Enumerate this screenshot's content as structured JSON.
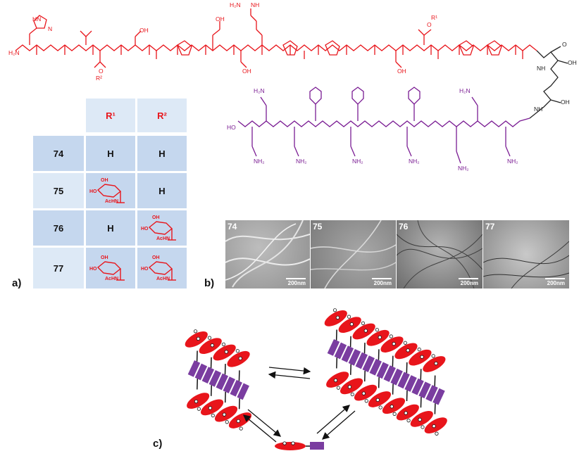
{
  "figure": {
    "panel_labels": {
      "a": "a)",
      "b": "b)",
      "c": "c)"
    },
    "table": {
      "headers": [
        "R¹",
        "R²"
      ],
      "rows": [
        {
          "id": "74",
          "r1": "H",
          "r2": "H"
        },
        {
          "id": "75",
          "r1": "sugar",
          "r2": "H"
        },
        {
          "id": "76",
          "r1": "H",
          "r2": "sugar"
        },
        {
          "id": "77",
          "r1": "sugar",
          "r2": "sugar"
        }
      ],
      "sugar_labels": {
        "ho": "HO",
        "oh": "OH",
        "achn": "AcHN"
      }
    },
    "tem_images": [
      {
        "id": "74",
        "scale": "200nm"
      },
      {
        "id": "75",
        "scale": "200nm"
      },
      {
        "id": "76",
        "scale": "200nm"
      },
      {
        "id": "77",
        "scale": "200nm"
      }
    ],
    "structure_labels": {
      "h2n": "H₂N",
      "hn": "HN",
      "nh": "NH",
      "n": "N",
      "oh": "OH",
      "ho": "HO",
      "nh2": "NH₂",
      "o": "O",
      "r1": "R¹",
      "r2": "R²"
    },
    "colors": {
      "glyco": "#e8151b",
      "linker": "#222222",
      "peptide": "#7a1c93",
      "table_light": "#dde9f6",
      "table_dark": "#c5d7ee"
    }
  }
}
